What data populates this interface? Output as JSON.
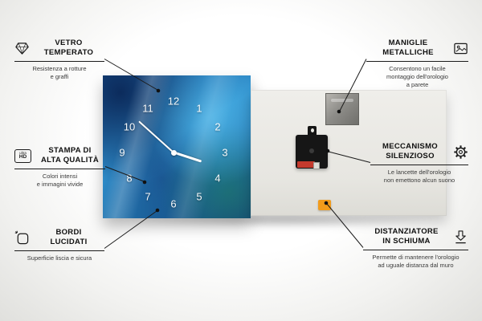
{
  "features": {
    "left": [
      {
        "title": "VETRO\nTEMPERATO",
        "desc": "Resistenza a rotture\ne graffi"
      },
      {
        "title": "STAMPA DI\nALTA QUALITÀ",
        "desc": "Colori intensi\ne immagini vivide"
      },
      {
        "title": "BORDI\nLUCIDATI",
        "desc": "Superficie liscia e sicura"
      }
    ],
    "right": [
      {
        "title": "MANIGLIE\nMETALLICHE",
        "desc": "Consentono un facile\nmontaggio dell'orologio\na parete"
      },
      {
        "title": "MECCANISMO\nSILENZIOSO",
        "desc": "Le lancette dell'orologio\nnon emettono alcun suono"
      },
      {
        "title": "DISTANZIATORE\nIN SCHIUMA",
        "desc": "Permette di mantenere l'orologio\nad uguale distanza dal muro"
      }
    ]
  },
  "icons": {
    "ultra_hd": {
      "line1": "ultra",
      "line2": "HD"
    }
  },
  "clock": {
    "numbers": [
      "12",
      "1",
      "2",
      "3",
      "4",
      "5",
      "6",
      "7",
      "8",
      "9",
      "10",
      "11"
    ]
  },
  "colors": {
    "glass_blue": "#2f8ecb",
    "foam_orange": "#f29c1b",
    "line_black": "#1b1b1b"
  }
}
